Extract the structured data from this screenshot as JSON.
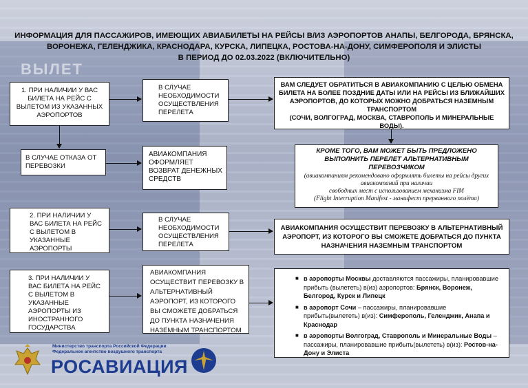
{
  "background": {
    "board_word": "ВЫЛЕТ"
  },
  "title": {
    "line1": "ИНФОРМАЦИЯ ДЛЯ ПАССАЖИРОВ, ИМЕЮЩИХ АВИАБИЛЕТЫ НА РЕЙСЫ В/ИЗ АЭРОПОРТОВ АНАПЫ, БЕЛГОРОДА, БРЯНСКА,",
    "line2": "ВОРОНЕЖА, ГЕЛЕНДЖИКА, КРАСНОДАРА, КУРСКА, ЛИПЕЦКА, РОСТОВА-НА-ДОНУ, СИМФЕРОПОЛЯ И ЭЛИСТЫ",
    "line3": "В ПЕРИОД ДО 02.03.2022 (ВКЛЮЧИТЕЛЬНО)"
  },
  "flow": {
    "case1": "1. ПРИ НАЛИЧИИ У ВАС БИЛЕТА НА РЕЙС С ВЫЛЕТОМ ИЗ УКАЗАННЫХ АЭРОПОРТОВ",
    "need1": "В СЛУЧАЕ НЕОБХОДИМОСТИ ОСУЩЕСТВЛЕНИЯ ПЕРЕЛЕТА",
    "exchange_main": "ВАМ СЛЕДУЕТ ОБРАТИТЬСЯ В АВИАКОМПАНИЮ С ЦЕЛЬЮ ОБМЕНА БИЛЕТА НА БОЛЕЕ ПОЗДНИЕ ДАТЫ ИЛИ НА РЕЙСЫ ИЗ БЛИЖАЙШИХ АЭРОПОРТОВ, ДО КОТОРЫХ МОЖНО ДОБРАТЬСЯ НАЗЕМНЫМ ТРАНСПОРТОМ",
    "exchange_cities": "(СОЧИ, ВОЛГОГРАД, МОСКВА, СТАВРОПОЛЬ И МИНЕРАЛЬНЫЕ ВОДЫ).",
    "refusal": "В СЛУЧАЕ ОТКАЗА ОТ ПЕРЕВОЗКИ",
    "refund": "АВИАКОМПАНИЯ ОФОРМЛЯЕТ ВОЗВРАТ ДЕНЕЖНЫХ СРЕДСТВ",
    "alt_offer": "КРОМЕ ТОГО, ВАМ МОЖЕТ БЫТЬ ПРЕДЛОЖЕНО ВЫПОЛНИТЬ ПЕРЕЛЕТ АЛЬТЕРНАТИВНЫМ ПЕРЕВОЗЧИКОМ",
    "alt_note1": "(авиакомпаниям рекомендовано оформлять билеты на рейсы других авиакомпаний при наличии",
    "alt_note2": "свободных мест с использованием механизма FIM",
    "alt_note3": "(Flight Interruption Manifest - манифест прерванного полёта)",
    "case2": "2. ПРИ НАЛИЧИИ У ВАС БИЛЕТА НА РЕЙС С ВЫЛЕТОМ В УКАЗАННЫЕ АЭРОПОРТЫ",
    "need2": "В СЛУЧАЕ НЕОБХОДИМОСТИ ОСУЩЕСТВЛЕНИЯ ПЕРЕЛЕТА",
    "alt_airport": "АВИАКОМПАНИЯ ОСУЩЕСТВИТ ПЕРЕВОЗКУ В АЛЬТЕРНАТИВНЫЙ АЭРОПОРТ, ИЗ КОТОРОГО ВЫ СМОЖЕТЕ ДОБРАТЬСЯ ДО ПУНКТА НАЗНАЧЕНИЯ НАЗЕМНЫМ ТРАНСПОРТОМ",
    "case3": "3. ПРИ НАЛИЧИИ У ВАС БИЛЕТА НА РЕЙС С ВЫЛЕТОМ В УКАЗАННЫЕ АЭРОПОРТЫ ИЗ ИНОСТРАННОГО ГОСУДАРСТВА",
    "alt_airport3": "АВИАКОМПАНИЯ ОСУЩЕСТВИТ ПЕРЕВОЗКУ В АЛЬТЕРНАТИВНЫЙ АЭРОПОРТ, ИЗ КОТОРОГО ВЫ СМОЖЕТЕ ДОБРАТЬСЯ ДО ПУНКТА НАЗНАЧЕНИЯ НАЗЕМНЫМ ТРАНСПОРТОМ"
  },
  "destinations": [
    {
      "lead": "в аэропорты Москвы",
      "text": " доставляются пассажиры, планировавшие прибыть (вылететь) в(из) аэропортов: ",
      "cities": "Брянск, Воронеж, Белгород, Курск и Липецк"
    },
    {
      "lead": "в аэропорт Сочи",
      "text": " – пассажиры, планировавшие прибыть(вылететь) в(из): ",
      "cities": "Симферополь, Геленджик, Анапа и Краснодар"
    },
    {
      "lead": "в аэропорты Волгоград, Ставрополь и Минеральные Воды",
      "text": " – пассажиры, планировавшие прибыть(вылететь) в(из): ",
      "cities": "Ростов-на-Дону и Элиста"
    }
  ],
  "logo": {
    "ministry": "Министерство транспорта Российской Федерации",
    "agency": "Федеральное агентство воздушного транспорта",
    "name": "РОСАВИАЦИЯ"
  },
  "colors": {
    "logo_blue": "#1d3c8f",
    "emblem_gold": "#c9a232"
  }
}
